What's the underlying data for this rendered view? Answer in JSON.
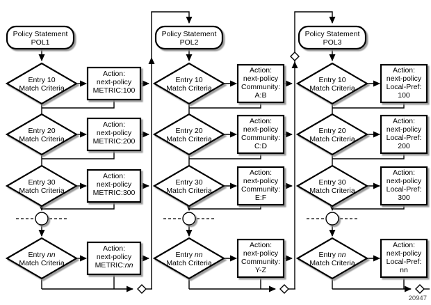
{
  "figure_number": "20947",
  "colors": {
    "line": "#000000",
    "shape_fill": "#ffffff",
    "shadow": "#8c8c8c",
    "background": "#ffffff"
  },
  "columns": [
    {
      "policy": [
        "Policy Statement",
        "POL1"
      ],
      "rows": [
        {
          "match": [
            "Entry 10",
            "Match Criteria"
          ],
          "action": [
            "Action:",
            "next-policy",
            "METRIC:100"
          ]
        },
        {
          "match": [
            "Entry 20",
            "Match Criteria"
          ],
          "action": [
            "Action:",
            "next-policy",
            "METRIC:200"
          ]
        },
        {
          "match": [
            "Entry 30",
            "Match Criteria"
          ],
          "action": [
            "Action:",
            "next-policy",
            "METRIC:300"
          ]
        },
        {
          "match_prefix": "Entry ",
          "match_italic": "nn",
          "match_line2": "Match Criteria",
          "action": [
            "Action:",
            "next-policy"
          ],
          "action_last_prefix": "METRIC:",
          "action_last_italic": "nn"
        }
      ]
    },
    {
      "policy": [
        "Policy Statement",
        "POL2"
      ],
      "rows": [
        {
          "match": [
            "Entry 10",
            "Match Criteria"
          ],
          "action": [
            "Action:",
            "next-policy",
            "Community:",
            "A:B"
          ]
        },
        {
          "match": [
            "Entry 20",
            "Match Criteria"
          ],
          "action": [
            "Action:",
            "next-policy",
            "Community:",
            "C:D"
          ]
        },
        {
          "match": [
            "Entry 30",
            "Match Criteria"
          ],
          "action": [
            "Action:",
            "next-policy",
            "Community:",
            "E:F"
          ]
        },
        {
          "match_prefix": "Entry ",
          "match_italic": "nn",
          "match_line2": "Match Criteria",
          "action": [
            "Action:",
            "next-policy",
            "Community:",
            "Y-Z"
          ]
        }
      ]
    },
    {
      "policy": [
        "Policy Statement",
        "POL3"
      ],
      "rows": [
        {
          "match": [
            "Entry 10",
            "Match Criteria"
          ],
          "action": [
            "Action:",
            "next-policy",
            "Local-Pref:",
            "100"
          ]
        },
        {
          "match": [
            "Entry 20",
            "Match Criteria"
          ],
          "action": [
            "Action:",
            "next-policy",
            "Local-Pref:",
            "200"
          ]
        },
        {
          "match": [
            "Entry 30",
            "Match Criteria"
          ],
          "action": [
            "Action:",
            "next-policy",
            "Local-Pref:",
            "300"
          ]
        },
        {
          "match_prefix": "Entry ",
          "match_italic": "nn",
          "match_line2": "Match Criteria",
          "action": [
            "Action:",
            "next-policy",
            "Local-Pref:",
            "nn"
          ]
        }
      ]
    }
  ]
}
